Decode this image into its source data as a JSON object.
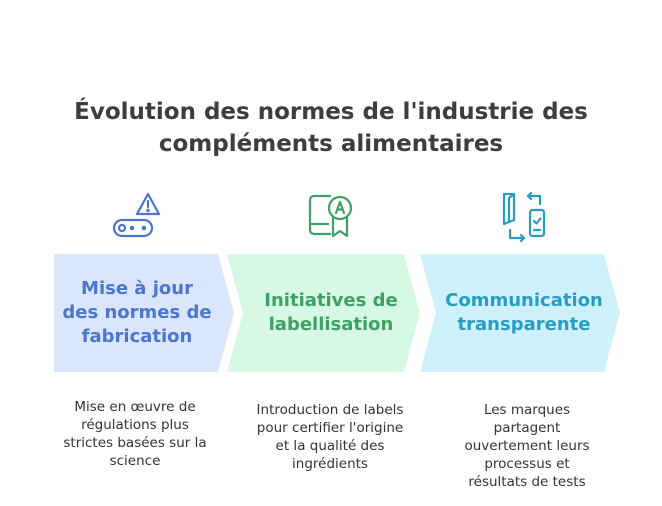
{
  "title": "Évolution des normes de l'industrie des compléments alimentaires",
  "colors": {
    "title": "#3d3d3d",
    "step1_bg": "#dbe6fd",
    "step1_text": "#4a76cc",
    "step2_bg": "#d7f8e4",
    "step2_text": "#3fa064",
    "step3_bg": "#cff1fb",
    "step3_text": "#2a9cc4"
  },
  "steps": [
    {
      "icon": "warning-conveyor-icon",
      "label": "Mise à jour des normes de fabrication",
      "description": "Mise en œuvre de régulations plus strictes basées sur la science"
    },
    {
      "icon": "certified-label-icon",
      "label": "Initiatives de labellisation",
      "description": "Introduction de labels pour certifier l'origine et la qualité des ingrédients"
    },
    {
      "icon": "document-exchange-icon",
      "label": "Communication transparente",
      "description": "Les marques partagent ouvertement leurs processus et résultats de tests"
    }
  ]
}
